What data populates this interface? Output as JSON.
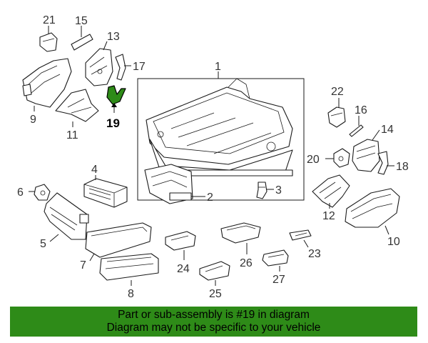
{
  "diagram": {
    "callouts": [
      "1",
      "2",
      "3",
      "4",
      "5",
      "6",
      "7",
      "8",
      "9",
      "10",
      "11",
      "12",
      "13",
      "14",
      "15",
      "16",
      "17",
      "18",
      "19",
      "20",
      "21",
      "22",
      "23",
      "24",
      "25",
      "26",
      "27"
    ],
    "highlight_part": "19",
    "highlight_color": "#2e8b18"
  },
  "banner": {
    "line1": "Part or sub-assembly is #19 in diagram",
    "line2": "Diagram may not be specific to your vehicle",
    "background": "#2e8b18"
  }
}
